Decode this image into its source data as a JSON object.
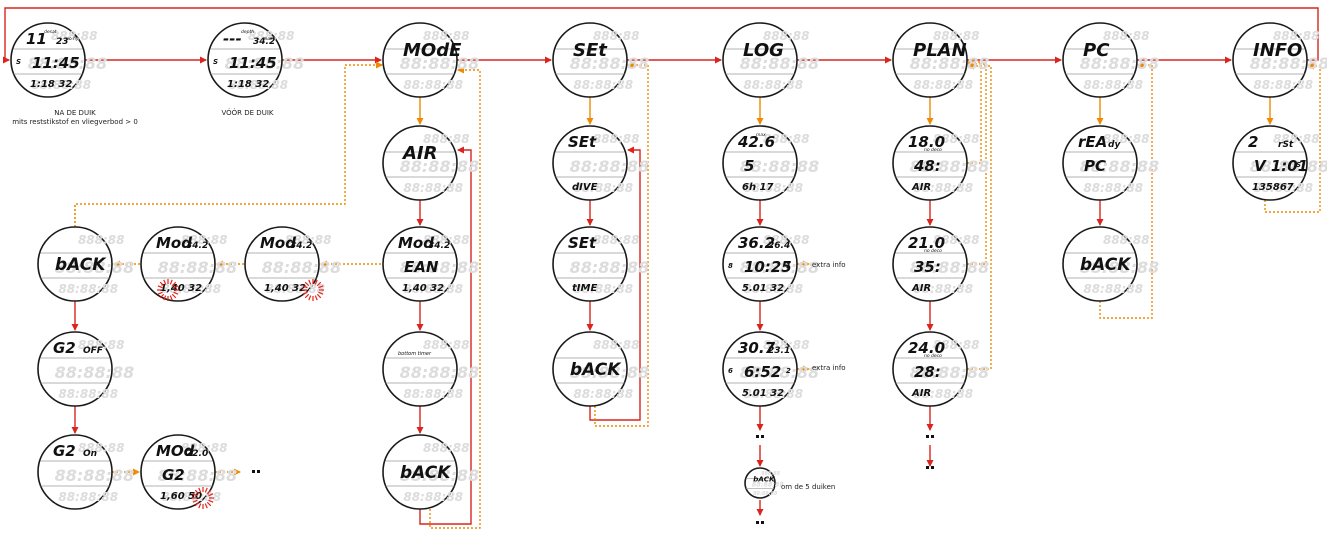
{
  "colors": {
    "primary_arrow": "#d9251d",
    "secondary_arrow": "#f08a00",
    "screen_border": "#1a1a1a",
    "segment_ghost": "#dcdcdc",
    "segment_text": "#111111",
    "highlight": "#e2241b"
  },
  "labels": {
    "after_dive": "NA DE DUIK",
    "after_dive_sub": "mits reststikstof en vliegverbod > 0",
    "before_dive": "VÓÓR DE DUIK",
    "extra_info_1": "extra info",
    "extra_info_2": "extra info",
    "every_5_dives": "om de 5 duiken",
    "ellipsis": ".."
  },
  "screens": {
    "after_dive": {
      "row1": "11",
      "row1_small": "23",
      "row2": "11:45",
      "row3": "1:18 32",
      "left": "S",
      "tag_top": "desat",
      "tag_right": "no fly"
    },
    "before_dive": {
      "row1": "---",
      "row1_small": "34.2",
      "row2": "11:45",
      "row3": "1:18 32",
      "left": "S",
      "tag_top": "depth",
      "tag_right": "max"
    },
    "mode": {
      "row1": "MOdE"
    },
    "mode_air": {
      "row1": "AIR"
    },
    "mode_ean": {
      "row1": "Mod",
      "row1_small": "34.2",
      "row2": "EAN",
      "row3": "1,40 32"
    },
    "mode_bottom_timer": {
      "caption": "bottom timer"
    },
    "mode_back": {
      "row2": "bACK"
    },
    "g2_mod_a": {
      "row1": "Mod",
      "row1_small": "34.2",
      "row3": "1,40 32"
    },
    "g2_mod_b": {
      "row1": "Mod",
      "row1_small": "34.2",
      "row3": "1,40 32"
    },
    "g2_back": {
      "row2": "bACK"
    },
    "g2_off": {
      "row1": "G2",
      "row1_small": "OFF"
    },
    "g2_on": {
      "row1": "G2",
      "row1_small": "On"
    },
    "g2_mod_c": {
      "row1": "MOd",
      "row1_small": "22.0",
      "row2": "G2",
      "row3": "1,60 50"
    },
    "set": {
      "row1": "SEt"
    },
    "set_dive": {
      "row1": "SEt",
      "row3": "dIVE"
    },
    "set_time": {
      "row1": "SEt",
      "row3": "tIME"
    },
    "set_back": {
      "row2": "bACK"
    },
    "log": {
      "row1": "LOG"
    },
    "log_1": {
      "row1": "42.6",
      "row2": "5",
      "row3": "6h 17",
      "tag_top": "max"
    },
    "log_2": {
      "row1": "36.2",
      "row1_small": "26.4",
      "row2": "10:25",
      "row3": "5.01 32",
      "left": "8",
      "right": "1"
    },
    "log_3": {
      "row1": "30.7",
      "row1_small": "23.1",
      "row2": "6:52",
      "row3": "5.01 32",
      "left": "6",
      "right": "2"
    },
    "log_back_small": {
      "row1": "bACK"
    },
    "plan": {
      "row1": "PLAN"
    },
    "plan_1": {
      "row1": "18.0",
      "row2": "48:",
      "row3": "AIR",
      "tag": "no deco"
    },
    "plan_2": {
      "row1": "21.0",
      "row2": "35:",
      "row3": "AIR",
      "tag": "no deco"
    },
    "plan_3": {
      "row1": "24.0",
      "row2": "28:",
      "row3": "AIR",
      "tag": "no deco"
    },
    "pc": {
      "row1": "PC"
    },
    "pc_ready": {
      "row1": "rEA",
      "row1_small": "dy",
      "row2": "PC"
    },
    "pc_back": {
      "row2": "bACK"
    },
    "info": {
      "row1": "INFO"
    },
    "info_detail": {
      "row1": "2",
      "row1_small": "rSt",
      "row2": "V 1:01",
      "row3": "135867",
      "right": "S"
    }
  }
}
